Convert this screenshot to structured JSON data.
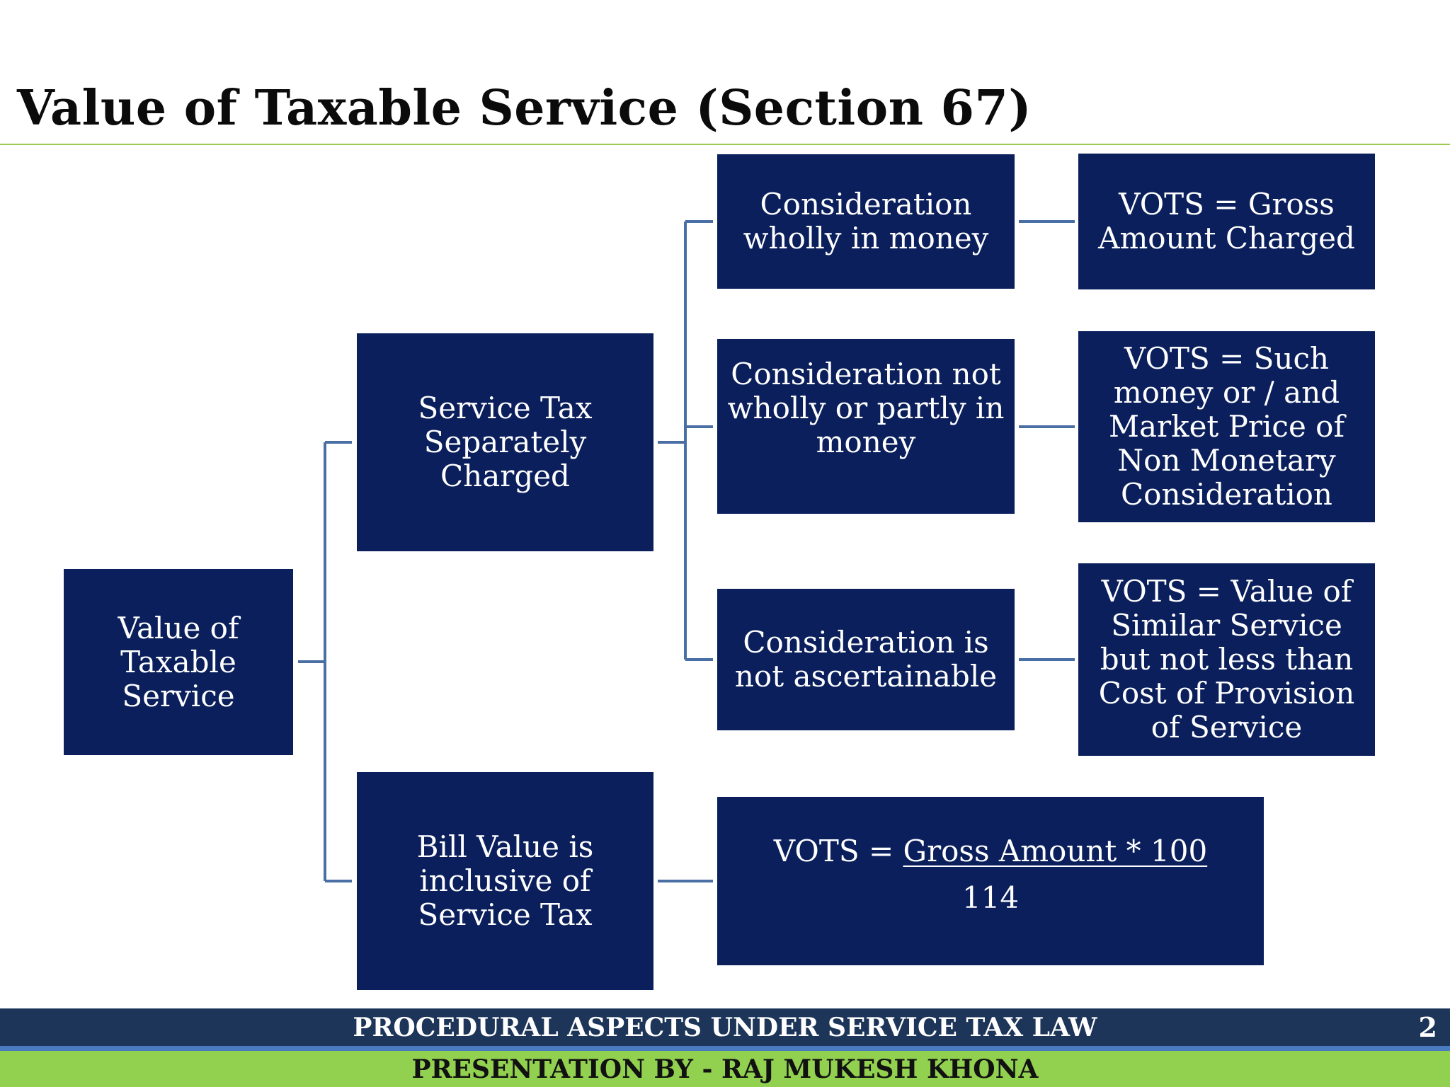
{
  "slide": {
    "title": "Value of Taxable Service (Section 67)",
    "footer_title": "PROCEDURAL ASPECTS UNDER SERVICE TAX LAW",
    "footer_presenter": "PRESENTATION BY - RAJ MUKESH KHONA",
    "page_number": "2"
  },
  "diagram": {
    "root": "Value of\nTaxable\nService",
    "separately_charged": "Service Tax\nSeparately\nCharged",
    "bill_inclusive": "Bill Value is\ninclusive of\nService Tax",
    "money": "Consideration\nwholly in money",
    "partly_money": "Consideration not\nwholly or partly in\nmoney",
    "not_ascertainable": "Consideration is\nnot ascertainable",
    "vots_gross": "VOTS = Gross\nAmount Charged",
    "vots_market": "VOTS = Such\nmoney or / and\nMarket Price of\nNon Monetary\nConsideration",
    "vots_similar": "VOTS = Value of\nSimilar Service\nbut not less than\nCost of Provision\nof Service",
    "formula_prefix": "VOTS = ",
    "formula_numerator": "Gross Amount * 100",
    "formula_denominator": "114"
  },
  "colors": {
    "box_fill": "#0a1f5c",
    "connector": "#4a6fa5",
    "title_rule": "#9ccb52",
    "footer_top": "#1d3559",
    "footer_bottom": "#92d050"
  }
}
